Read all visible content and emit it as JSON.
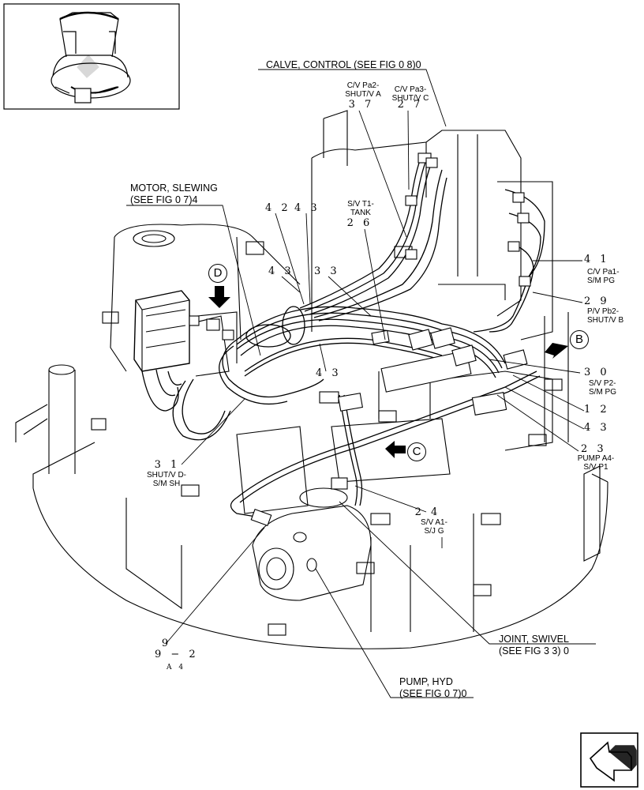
{
  "labels": {
    "calve_control": "CALVE, CONTROL (SEE FIG 0 8)0",
    "cv_pa2_a": "C/V Pa2-",
    "cv_pa2_b": "SHUT/V A",
    "cv_pa3_a": "C/V Pa3-",
    "cv_pa3_b": "SHUT/V C",
    "motor_slewing_a": "MOTOR, SLEWING",
    "motor_slewing_b": "(SEE FIG 0 7)4",
    "sv_t1_a": "S/V T1-",
    "sv_t1_b": "TANK",
    "cv_pa1_a": "C/V Pa1-",
    "cv_pa1_b": "S/M PG",
    "pv_pb2_a": "P/V Pb2-",
    "pv_pb2_b": "SHUT/V B",
    "sv_p2_a": "S/V P2-",
    "sv_p2_b": "S/M PG",
    "pump_a4_a": "PUMP A4-",
    "pump_a4_b": "S/V P1",
    "shut_vd_a": "SHUT/V D-",
    "shut_vd_b": "S/M SH",
    "sv_a1_a": "S/V A1-",
    "sv_a1_b": "S/J G",
    "joint_swivel_a": "JOINT, SWIVEL",
    "joint_swivel_b": "(SEE FIG 3 3) 0",
    "pump_hyd_a": "PUMP, HYD",
    "pump_hyd_b": "(SEE FIG 0 7)0"
  },
  "callouts": {
    "n37": "3 7",
    "n27": "2 7",
    "n42": "4 2",
    "n43a": "4 3",
    "n26": "2 6",
    "n43b": "4 3",
    "n33": "3 3",
    "n41": "4 1",
    "n29": "2 9",
    "n43c": "4 3",
    "n30": "3 0",
    "n12": "1 2",
    "n43d": "4 3",
    "n23": "2 3",
    "n31": "3 1",
    "n24": "2 4",
    "n9": "9",
    "n9_2": "9 − 2",
    "nA4": "A 4"
  },
  "views": {
    "d": "D",
    "b": "B",
    "c": "C"
  },
  "icons": {
    "thumbnail": "excavator-upper-structure-thumbnail",
    "nav": "next-page-arrow-icon"
  }
}
